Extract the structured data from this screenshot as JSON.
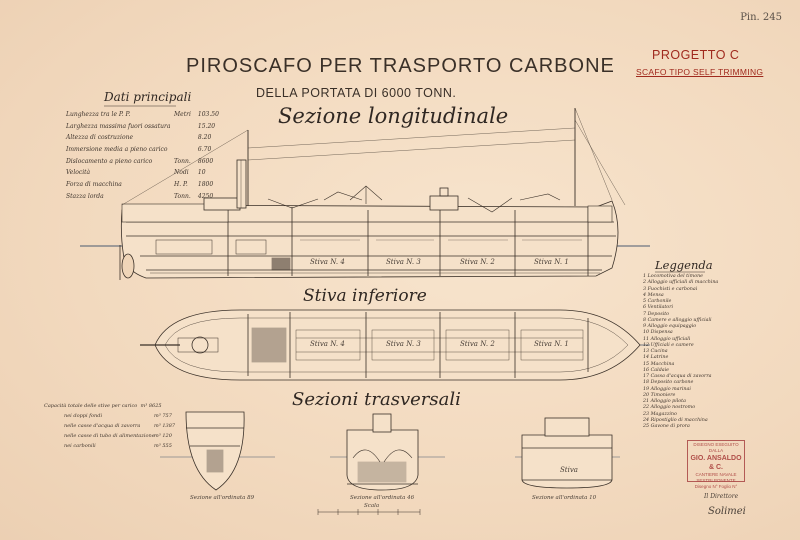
{
  "plate_number": "Pin. 245",
  "title": "PIROSCAFO PER TRASPORTO CARBONE",
  "subtitle": "DELLA PORTATA DI 6000 TONN.",
  "project": {
    "name": "PROGETTO C",
    "type": "SCAFO TIPO SELF TRIMMING"
  },
  "section_titles": {
    "longitudinal": "Sezione longitudinale",
    "hold": "Stiva inferiore",
    "transverse": "Sezioni trasversali"
  },
  "principal_data": {
    "heading": "Dati principali",
    "rows": [
      {
        "label": "Lunghezza tra le P. P.",
        "unit": "Metri",
        "value": "103.50"
      },
      {
        "label": "Larghezza massima fuori ossatura",
        "unit": "",
        "value": "15.20"
      },
      {
        "label": "Altezza di costruzione",
        "unit": "",
        "value": "8.20"
      },
      {
        "label": "Immersione media a pieno carico",
        "unit": "",
        "value": "6.70"
      },
      {
        "label": "Dislocamento a pieno carico",
        "unit": "Tonn.",
        "value": "8600"
      },
      {
        "label": "Velocità",
        "unit": "Nodi",
        "value": "10"
      },
      {
        "label": "Forza di macchina",
        "unit": "H. P.",
        "value": "1800"
      },
      {
        "label": "Stazza lorda",
        "unit": "Tonn.",
        "value": "4250"
      }
    ]
  },
  "holds": [
    "Stiva N. 4",
    "Stiva N. 3",
    "Stiva N. 2",
    "Stiva N. 1"
  ],
  "legend": {
    "heading": "Leggenda",
    "items": [
      "1 Locomotiva del timone",
      "2 Alloggio ufficiali di macchina",
      "3 Fuochisti e carbonai",
      "4 Mensa",
      "5 Carbonile",
      "6 Ventilatori",
      "7 Deposito",
      "8 Camere e alloggio ufficiali",
      "9 Alloggio equipaggio",
      "10 Dispensa",
      "11 Alloggio ufficiali",
      "12 Ufficiali e camere",
      "13 Cucina",
      "14 Latrine",
      "15 Macchina",
      "16 Caldaie",
      "17 Cassa d'acqua di zavorra",
      "18 Deposito carbone",
      "19 Alloggio marinai",
      "20 Timoniere",
      "21 Alloggio pilota",
      "22 Alloggio nostromo",
      "23 Magazzino",
      "24 Ripostiglio di macchina",
      "25 Gavone di prora"
    ]
  },
  "capacities": {
    "heading": "Capacità totale delle stive per carico",
    "rows": [
      {
        "label": "",
        "value": "m³ 8625"
      },
      {
        "label": "nei doppi fondi",
        "value": "m³ 757"
      },
      {
        "label": "nelle casse d'acqua di zavorra",
        "value": "m³ 1387"
      },
      {
        "label": "nelle casse di tubo di alimentazione",
        "value": "m³ 120"
      },
      {
        "label": "nei carbonili",
        "value": "m³ 555"
      }
    ]
  },
  "transverse_sections": [
    "Sezione all'ordinata 89",
    "Sezione all'ordinata 46",
    "Sezione all'ordinata 10"
  ],
  "cross_section_hold_label": "Stiva",
  "scale_label": "Scala",
  "stamp": {
    "line1": "DISEGNO ESEGUITO DALLA",
    "company": "GIO. ANSALDO & C.",
    "line3": "CANTIERE NAVALE",
    "line4": "SESTRI PONENTE",
    "line5": "Disegno N°  Foglio N°"
  },
  "signature": {
    "role": "Il Direttore",
    "name": "Solimei"
  },
  "colors": {
    "paper": "#f2d9be",
    "ink": "#3a3028",
    "red": "#a02a1e",
    "waterline": "#4a5a70"
  }
}
